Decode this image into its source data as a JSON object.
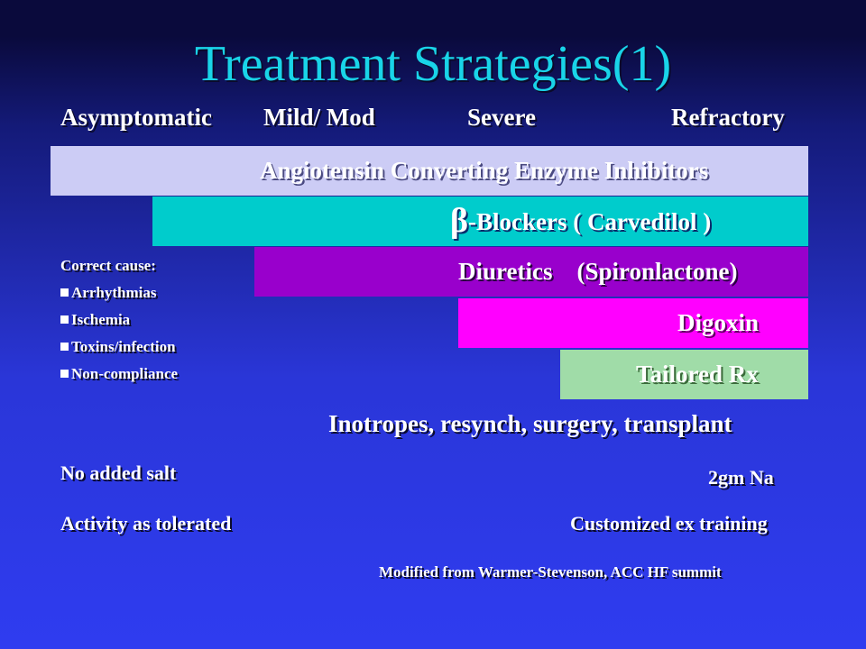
{
  "title": "Treatment Strategies(1)",
  "stages": [
    "Asymptomatic",
    "Mild/ Mod",
    "Severe",
    "Refractory"
  ],
  "bars": {
    "ace": "Angiotensin Converting Enzyme Inhibitors",
    "beta_symbol": "β",
    "beta_text": "-Blockers ( Carvedilol )",
    "diuretics": "Diuretics    (Spironlactone)",
    "digoxin": "Digoxin",
    "tailored": "Tailored Rx"
  },
  "colors": {
    "ace": "#ccccf5",
    "beta": "#00cccc",
    "diuretics": "#9900cc",
    "digoxin": "#ff00ff",
    "tailored": "#99dd99"
  },
  "correct_cause": {
    "heading": "Correct cause:",
    "items": [
      "Arrhythmias",
      "Ischemia",
      "Toxins/infection",
      "Non-compliance"
    ]
  },
  "inotropes": "Inotropes, resynch, surgery, transplant",
  "salt": {
    "left": "No added salt",
    "right": "2gm Na"
  },
  "activity": {
    "left": "Activity as tolerated",
    "right": "Customized ex training"
  },
  "source": "Modified from Warmer-Stevenson, ACC HF summit"
}
